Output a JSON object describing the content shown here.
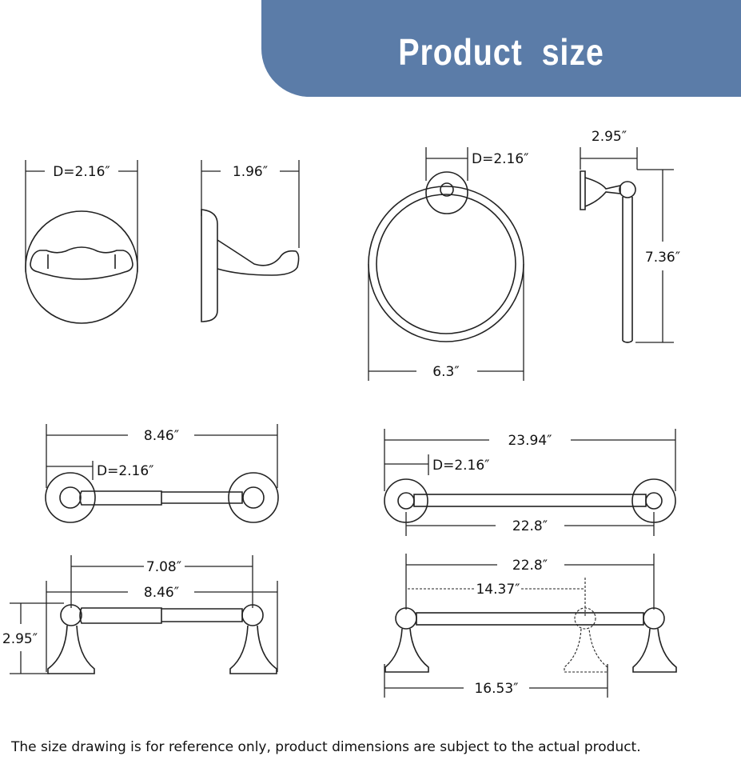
{
  "header": {
    "title": "Product  size"
  },
  "robe_hook": {
    "front_diameter": "D=2.16″",
    "side_depth": "1.96″"
  },
  "towel_ring": {
    "base_diameter": "D=2.16″",
    "ring_width": "6.3″",
    "side_depth": "2.95″",
    "height": "7.36″"
  },
  "toilet_paper_holder": {
    "overall_length": "8.46″",
    "base_diameter": "D=2.16″",
    "inner_length": "7.08″",
    "side_overall_length": "8.46″",
    "depth": "2.95″"
  },
  "towel_bar": {
    "overall_length": "23.94″",
    "base_diameter": "D=2.16″",
    "bar_length": "22.8″",
    "side_bar_length": "22.8″",
    "adjustable_length": "14.37″",
    "min_length": "16.53″"
  },
  "footnote": "The size drawing is for reference only, product dimensions are subject to the actual product."
}
